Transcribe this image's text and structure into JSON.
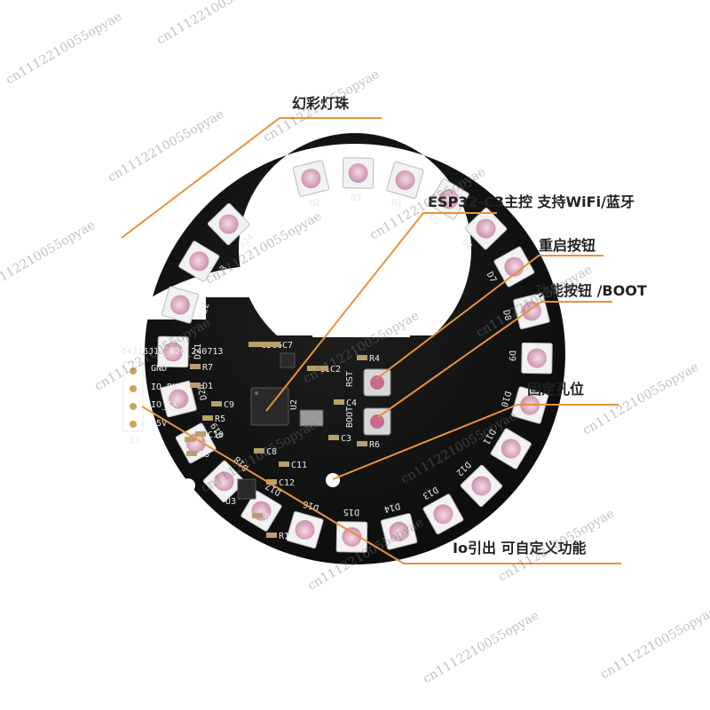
{
  "callouts": {
    "leds": "幻彩灯珠",
    "mcu": "ESP32-C3主控 支持WiFi/蓝牙",
    "reset": "重启按钮",
    "boot": "功能按钮 /BOOT",
    "hole": "固定孔位",
    "io": "Io引出 可自定义功能"
  },
  "silkscreen": {
    "board_id": "54215J1A_Y20_240713",
    "header_label": "J2",
    "pins": [
      "GND",
      "IO_RX",
      "IO_TX",
      "+5V"
    ],
    "mcu_label": "U2",
    "reg_label": "U3",
    "parts": [
      "C5",
      "C6",
      "C7",
      "C1",
      "C2",
      "C4",
      "C3",
      "C8",
      "C9",
      "C10",
      "C11",
      "C12",
      "R4",
      "R6",
      "R7",
      "R5",
      "R3",
      "R8",
      "R2",
      "R1",
      "D1",
      "RST",
      "BOOT"
    ],
    "leds": [
      "D2",
      "D3",
      "D4",
      "D5",
      "D6",
      "D7",
      "D8",
      "D9",
      "D10",
      "D11",
      "D12",
      "D13",
      "D14",
      "D15",
      "D16",
      "D17",
      "D18",
      "D19",
      "D20",
      "D21",
      "D22",
      "D23",
      "D24"
    ]
  },
  "watermark": "cn1112210055opyae",
  "colors": {
    "board": "#141414",
    "led_body": "#f2f2f2",
    "led_lens": "#e6c9d6",
    "pad": "#c9a35a",
    "leader": "#e8923a",
    "silk": "#e8e8e8"
  }
}
